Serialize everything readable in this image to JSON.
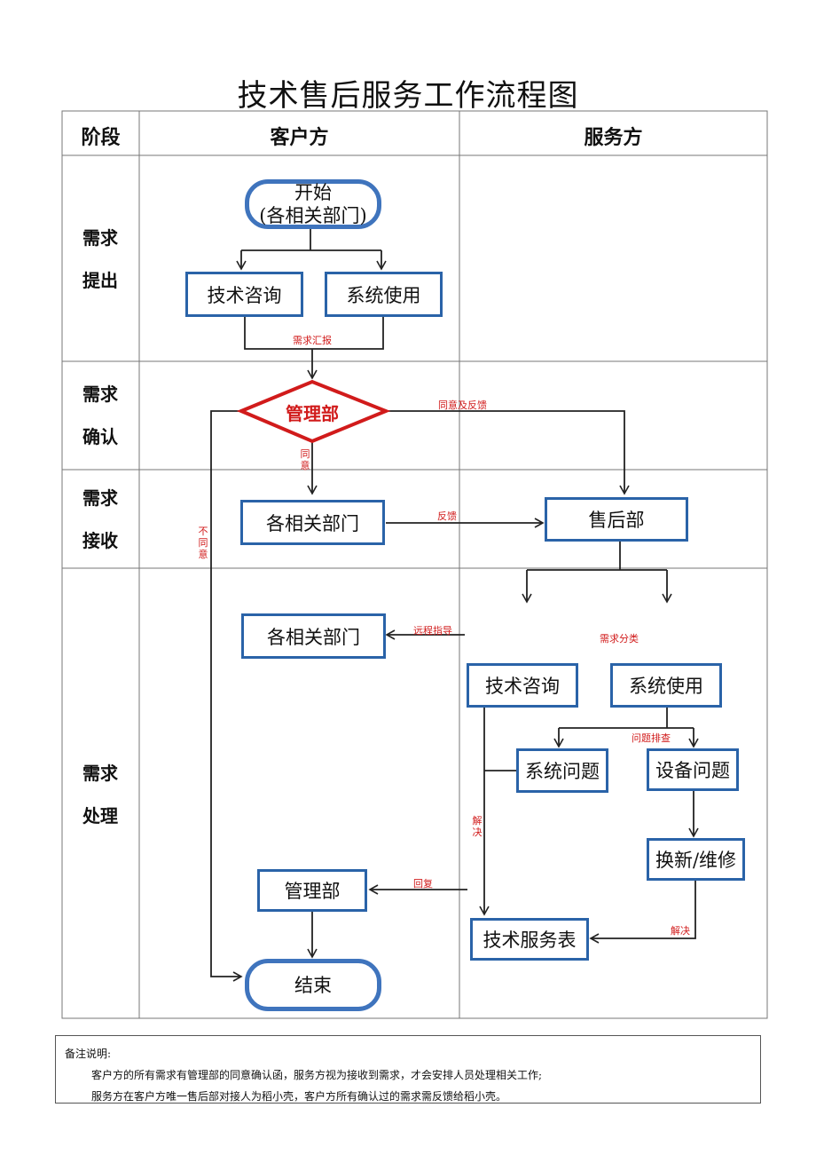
{
  "title": "技术售后服务工作流程图",
  "header": {
    "stage": "阶段",
    "customer": "客户方",
    "service": "服务方"
  },
  "stages": [
    {
      "line1": "需求",
      "line2": "提出"
    },
    {
      "line1": "需求",
      "line2": "确认"
    },
    {
      "line1": "需求",
      "line2": "接收"
    },
    {
      "line1": "需求",
      "line2": "处理"
    }
  ],
  "nodes": {
    "start_line1": "开始",
    "start_line2": "(各相关部门)",
    "tech_consult": "技术咨询",
    "system_use": "系统使用",
    "management": "管理部",
    "departments": "各相关部门",
    "after_sales": "售后部",
    "departments_guide": "各相关部门",
    "svc_tech_consult": "技术咨询",
    "svc_system_use": "系统使用",
    "system_issue": "系统问题",
    "device_issue": "设备问题",
    "replace_repair": "换新/维修",
    "management_reply": "管理部",
    "service_form": "技术服务表",
    "end": "结束"
  },
  "edge_labels": {
    "demand_summary": "需求汇报",
    "agree_feedback": "同意及反馈",
    "agree": "同意",
    "disagree": "不同意",
    "feedback": "反馈",
    "remote_guide": "远程指导",
    "demand_classify": "需求分类",
    "issue_check": "问题排查",
    "resolve_left": "解决",
    "resolve_right": "解决",
    "reply": "回复"
  },
  "notes": {
    "heading": "备注说明:",
    "line1": "客户方的所有需求有管理部的同意确认函，服务方视为接收到需求，才会安排人员处理相关工作;",
    "line2": "服务方在客户方唯一售后部对接人为稻小壳，客户方所有确认过的需求需反馈给稻小壳。"
  },
  "colors": {
    "box_border": "#2a63a8",
    "terminal_border": "#3f74bd",
    "accent_red": "#d11b1b",
    "line": "#222222"
  }
}
